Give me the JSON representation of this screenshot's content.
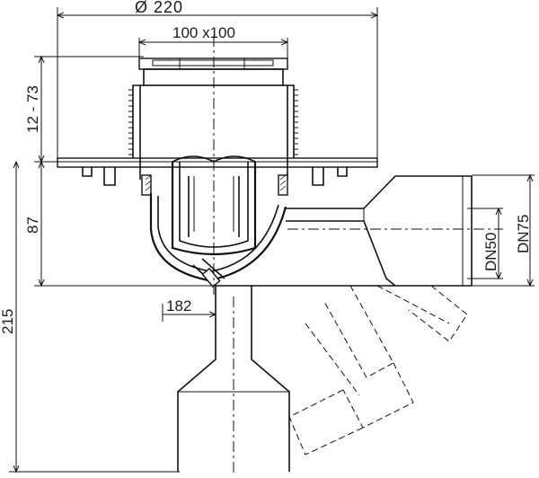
{
  "dimensions": {
    "top_diameter": "Ø 220",
    "grate_size": "100 x100",
    "height_adjust": "12 - 73",
    "height_body": "87",
    "height_total": "215",
    "offset": "182",
    "outlet_dn50": "DN50",
    "outlet_dn75": "DN75"
  },
  "colors": {
    "line": "#111111",
    "background": "#ffffff"
  }
}
